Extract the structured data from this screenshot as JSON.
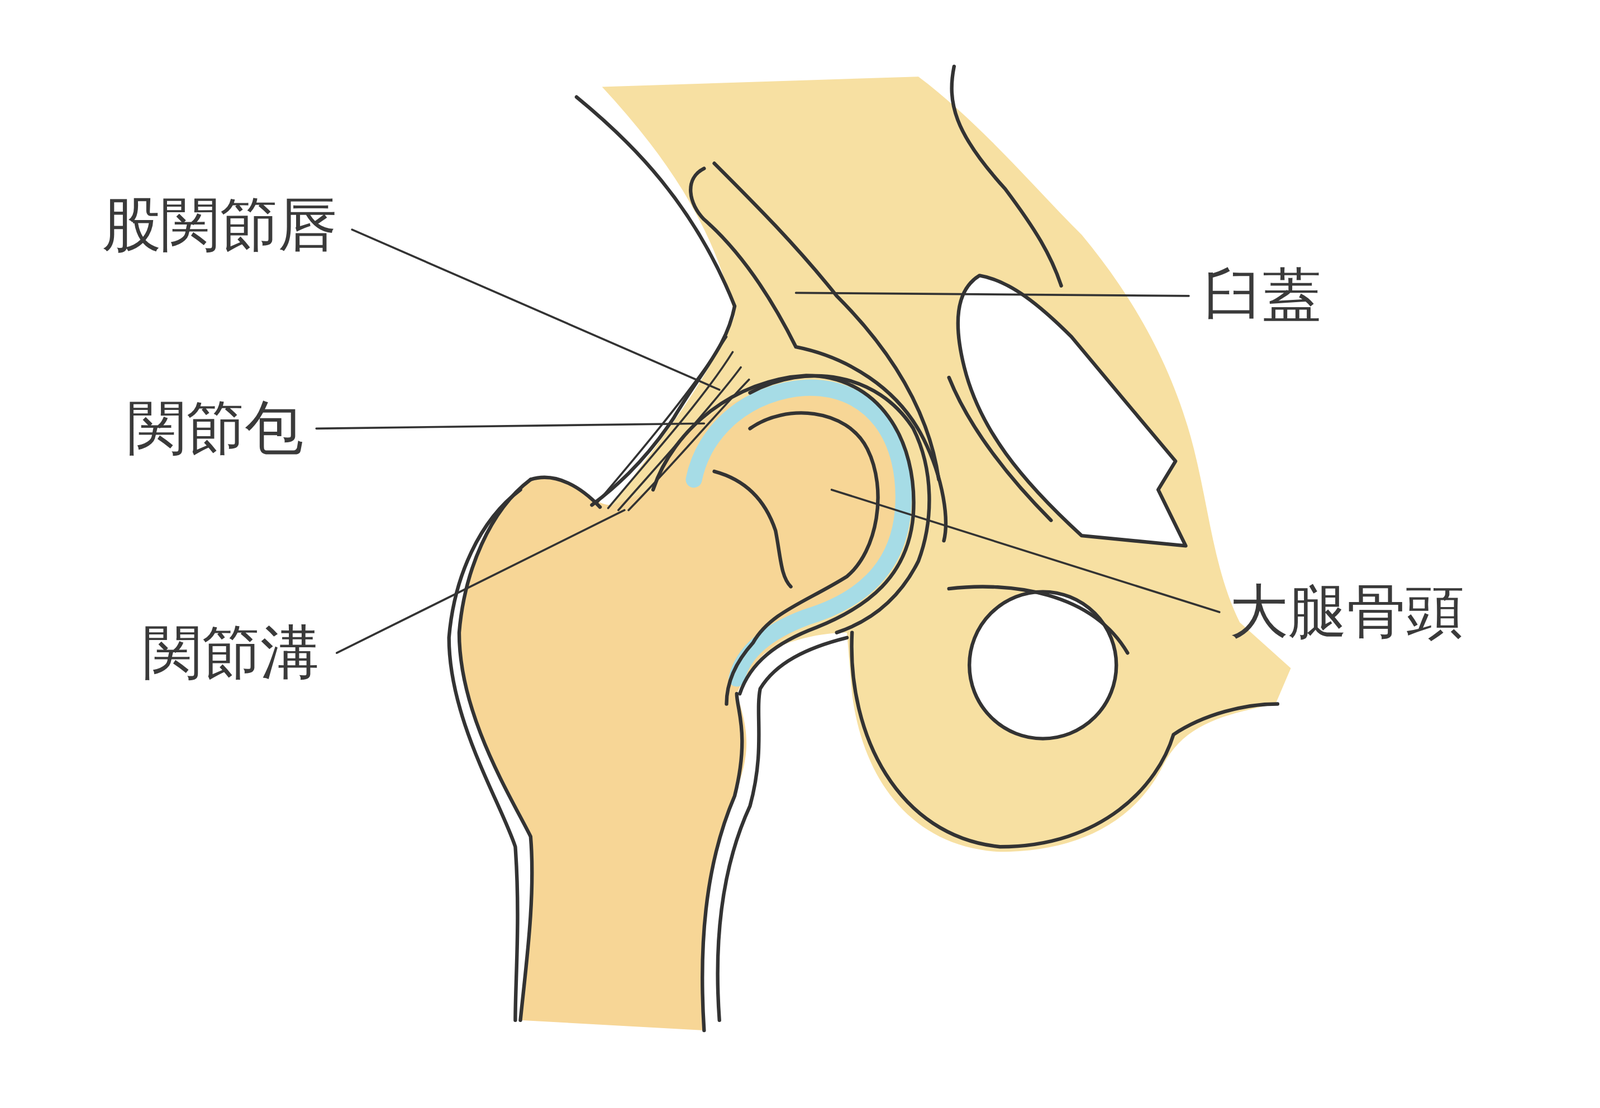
{
  "diagram": {
    "labels": [
      "股関節唇",
      "関節包",
      "関節溝",
      "臼蓋",
      "大腿骨頭"
    ]
  }
}
